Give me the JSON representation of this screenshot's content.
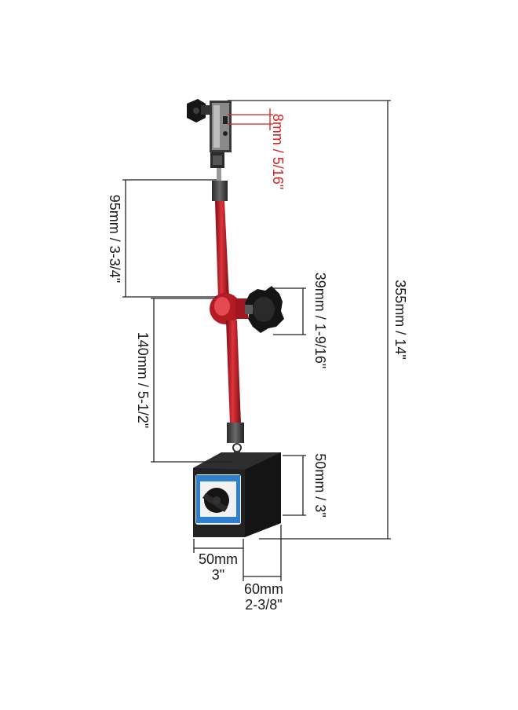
{
  "dimensions": {
    "total_height": "355mm / 14\"",
    "clamp_slot": "8mm / 5/16\"",
    "upper_arm": "95mm / 3-3/4\"",
    "knob": "39mm / 1-9/16\"",
    "lower_arm": "140mm / 5-1/2\"",
    "base_height": "50mm / 3\"",
    "base_width_line1": "50mm",
    "base_width_line2": "3\"",
    "base_depth_line1": "60mm",
    "base_depth_line2": "2-3/8\""
  },
  "colors": {
    "arm": "#c8202a",
    "arm_dark": "#8c1218",
    "base": "#1c1c1c",
    "base_side": "#2a2a2a",
    "label_plate": "#2f7fd0",
    "dimension_line": "#222222",
    "clamp_dimension": "#d42020"
  }
}
